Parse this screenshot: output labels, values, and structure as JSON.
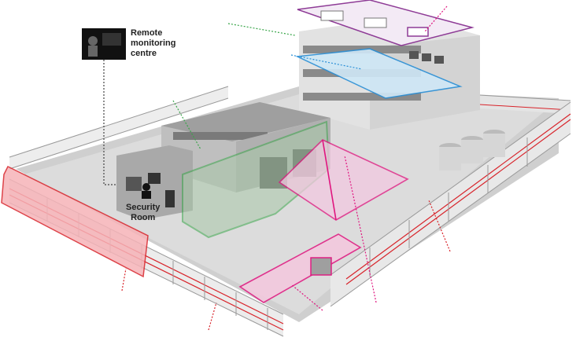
{
  "labels": {
    "remote_line1": "Remote",
    "remote_line2": "monitoring",
    "remote_line3": "centre",
    "security_line1": "Security",
    "security_line2": "Room"
  },
  "colors": {
    "fence_red": "#d8232a",
    "zone_red_fill": "#f6b3b8",
    "zone_green": "#3aa64a",
    "zone_magenta": "#e0157f",
    "zone_purple": "#8e3b96",
    "zone_blue": "#2a8fd6",
    "building_grey": "#c8c8c8"
  }
}
